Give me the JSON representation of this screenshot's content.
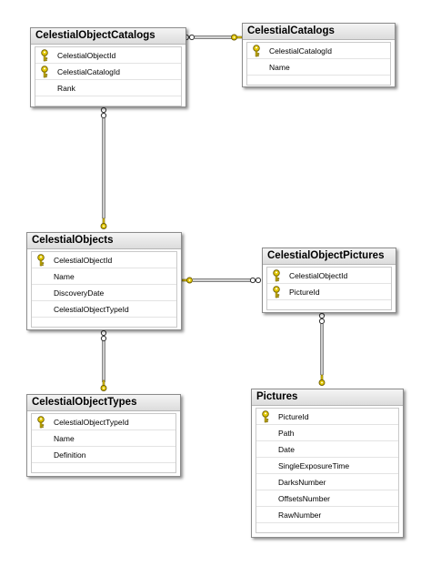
{
  "tables": {
    "celestial_object_catalogs": {
      "title": "CelestialObjectCatalogs",
      "columns": [
        {
          "name": "CelestialObjectId",
          "key": true
        },
        {
          "name": "CelestialCatalogId",
          "key": true
        },
        {
          "name": "Rank",
          "key": false
        }
      ]
    },
    "celestial_catalogs": {
      "title": "CelestialCatalogs",
      "columns": [
        {
          "name": "CelestialCatalogId",
          "key": true
        },
        {
          "name": "Name",
          "key": false
        }
      ]
    },
    "celestial_objects": {
      "title": "CelestialObjects",
      "columns": [
        {
          "name": "CelestialObjectId",
          "key": true
        },
        {
          "name": "Name",
          "key": false
        },
        {
          "name": "DiscoveryDate",
          "key": false
        },
        {
          "name": "CelestialObjectTypeId",
          "key": false
        }
      ]
    },
    "celestial_object_pictures": {
      "title": "CelestialObjectPictures",
      "columns": [
        {
          "name": "CelestialObjectId",
          "key": true
        },
        {
          "name": "PictureId",
          "key": true
        }
      ]
    },
    "celestial_object_types": {
      "title": "CelestialObjectTypes",
      "columns": [
        {
          "name": "CelestialObjectTypeId",
          "key": true
        },
        {
          "name": "Name",
          "key": false
        },
        {
          "name": "Definition",
          "key": false
        }
      ]
    },
    "pictures": {
      "title": "Pictures",
      "columns": [
        {
          "name": "PictureId",
          "key": true
        },
        {
          "name": "Path",
          "key": false
        },
        {
          "name": "Date",
          "key": false
        },
        {
          "name": "SingleExposureTime",
          "key": false
        },
        {
          "name": "DarksNumber",
          "key": false
        },
        {
          "name": "OffsetsNumber",
          "key": false
        },
        {
          "name": "RawNumber",
          "key": false
        }
      ]
    }
  },
  "relationships": [
    {
      "from": "celestial_object_catalogs",
      "to": "celestial_catalogs",
      "many_end": "celestial_object_catalogs",
      "one_end": "celestial_catalogs"
    },
    {
      "from": "celestial_object_catalogs",
      "to": "celestial_objects",
      "many_end": "celestial_object_catalogs",
      "one_end": "celestial_objects"
    },
    {
      "from": "celestial_object_pictures",
      "to": "celestial_objects",
      "many_end": "celestial_object_pictures",
      "one_end": "celestial_objects"
    },
    {
      "from": "celestial_object_types",
      "to": "celestial_objects",
      "many_end": "celestial_objects",
      "one_end": "celestial_object_types"
    },
    {
      "from": "celestial_object_pictures",
      "to": "pictures",
      "many_end": "celestial_object_pictures",
      "one_end": "pictures"
    }
  ],
  "colors": {
    "key_icon": "#e3c800",
    "key_outline": "#6b5a00",
    "connector": "#555555"
  },
  "icons": {
    "primary_key": "key-icon",
    "one_end": "key-icon",
    "many_end": "infinity-icon"
  }
}
